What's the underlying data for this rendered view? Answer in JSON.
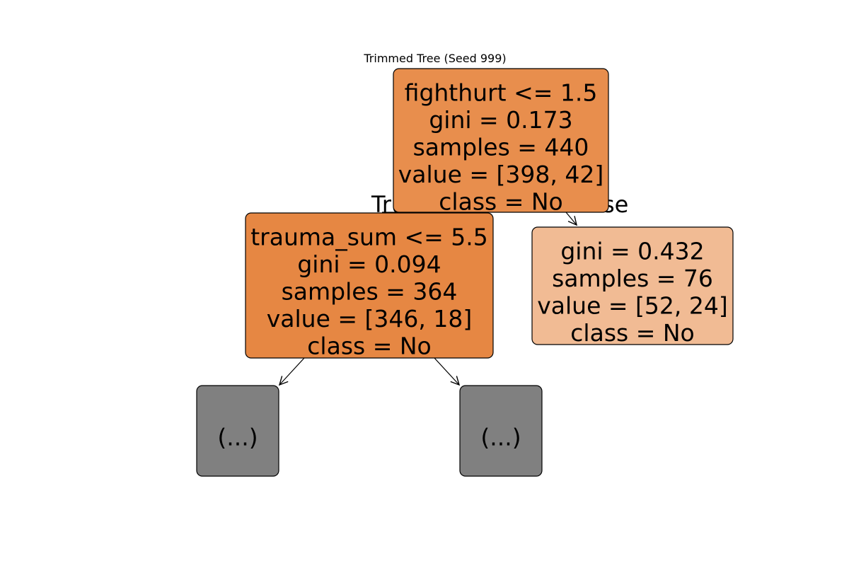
{
  "title": "Trimmed Tree (Seed 999)",
  "edge_labels": {
    "true": "True",
    "false": "False"
  },
  "nodes": {
    "root": {
      "lines": [
        "fighthurt <= 1.5",
        "gini = 0.173",
        "samples = 440",
        "value = [398, 42]",
        "class = No"
      ],
      "fill": "#e88e4d"
    },
    "left": {
      "lines": [
        "trauma_sum <= 5.5",
        "gini = 0.094",
        "samples = 364",
        "value = [346, 18]",
        "class = No"
      ],
      "fill": "#e68743"
    },
    "right": {
      "lines": [
        "gini = 0.432",
        "samples = 76",
        "value = [52, 24]",
        "class = No"
      ],
      "fill": "#f1bb94"
    },
    "left_left": {
      "lines": [
        "(...)"
      ],
      "fill": "#808080"
    },
    "left_right": {
      "lines": [
        "(...)"
      ],
      "fill": "#808080"
    }
  }
}
